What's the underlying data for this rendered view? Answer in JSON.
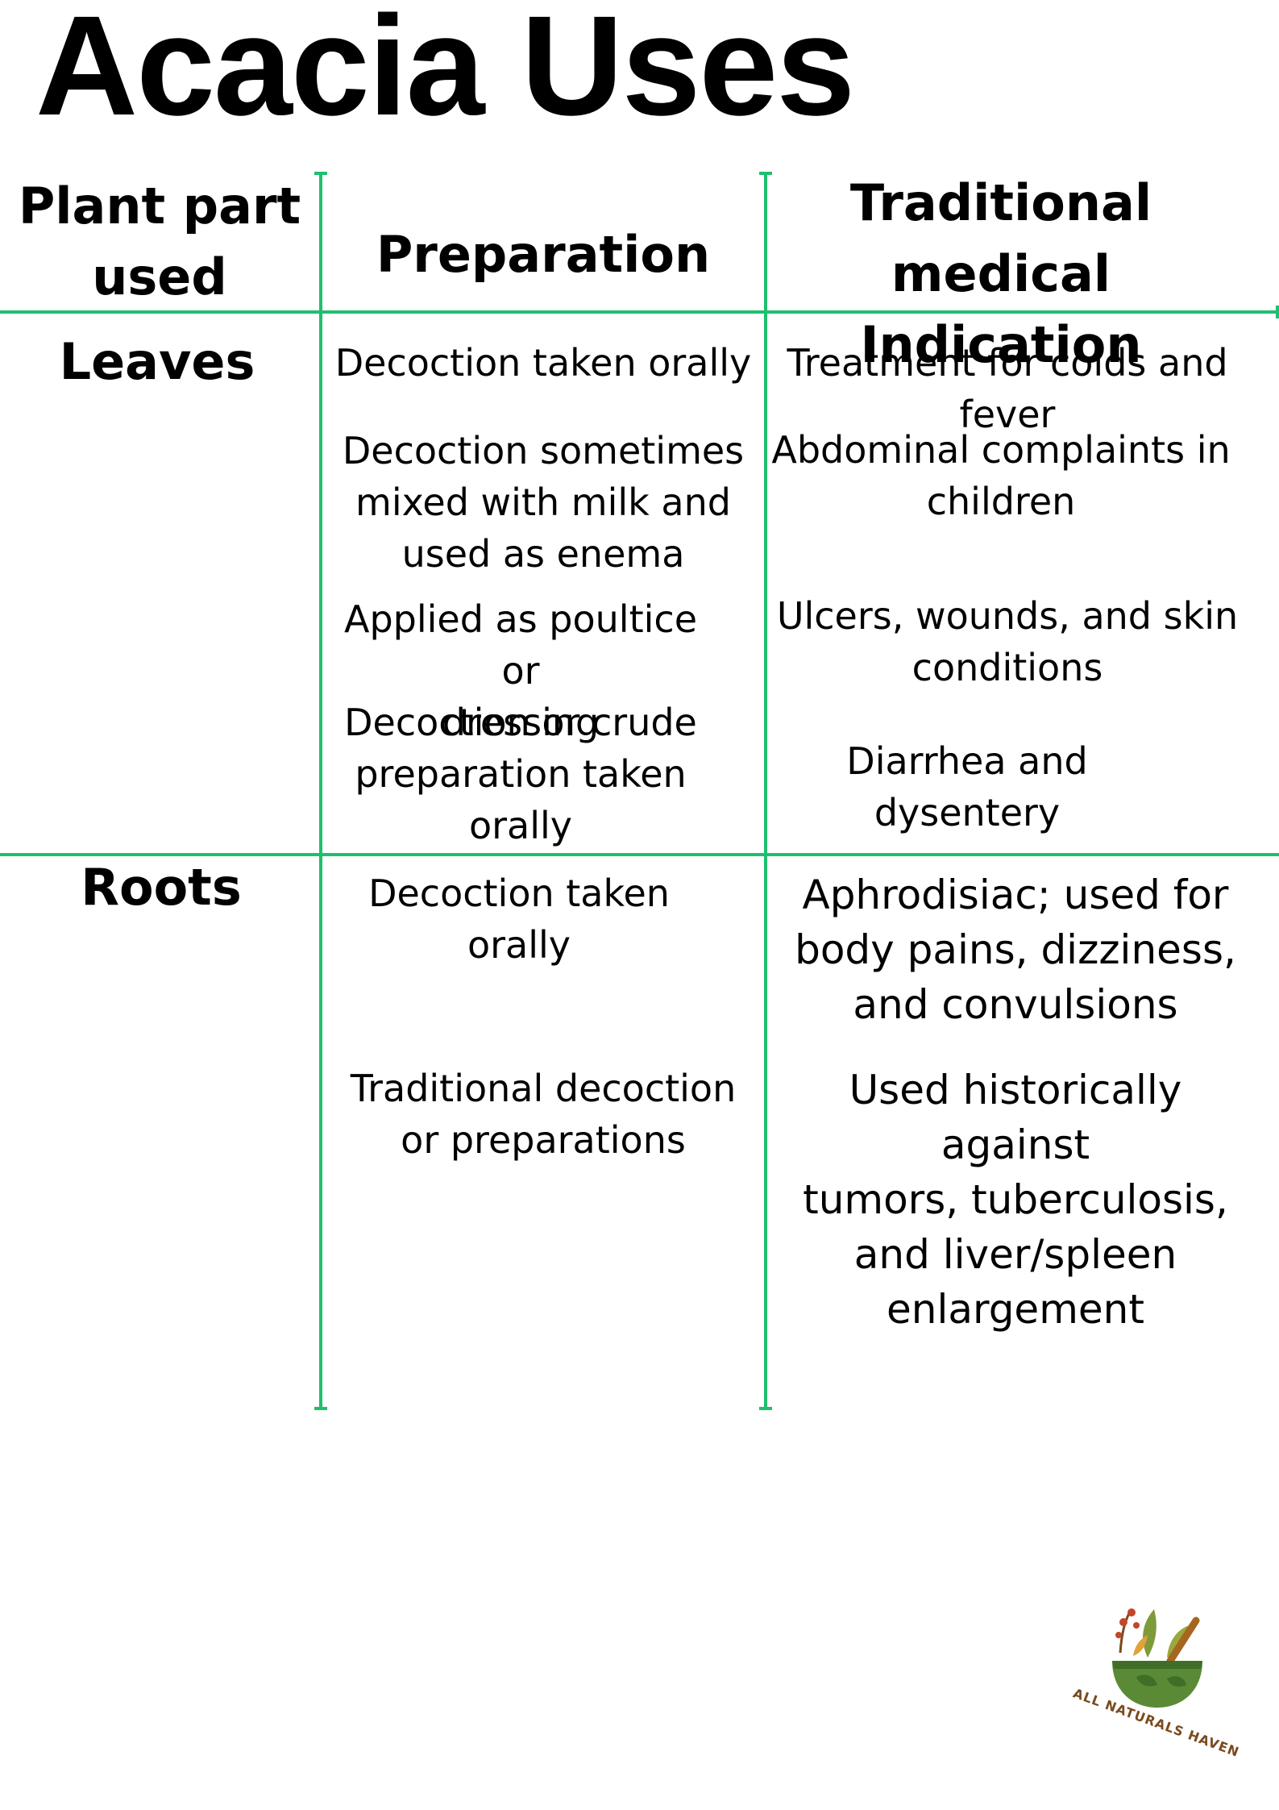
{
  "title": "Acacia Uses",
  "headers": {
    "part": "Plant part\nused",
    "preparation": "Preparation",
    "indication": "Traditional medical\nIndication"
  },
  "rows": [
    {
      "part": "Leaves",
      "entries": [
        {
          "preparation": "Decoction taken orally",
          "indication": "Treatment for colds and\nfever"
        },
        {
          "preparation": "Decoction sometimes\nmixed with milk and\nused as enema",
          "indication": "Abdominal complaints in\nchildren"
        },
        {
          "preparation": "Applied as poultice or\ndressing",
          "indication": "Ulcers, wounds, and skin\nconditions"
        },
        {
          "preparation": "Decoction or crude\npreparation taken\norally",
          "indication": "Diarrhea and\ndysentery"
        }
      ]
    },
    {
      "part": "Roots",
      "entries": [
        {
          "preparation": "Decoction taken\norally",
          "indication": "Aphrodisiac; used for\nbody pains, dizziness,\nand convulsions"
        },
        {
          "preparation": "Traditional decoction\nor preparations",
          "indication": "Used historically against\ntumors, tuberculosis,\nand liver/spleen\nenlargement"
        }
      ]
    }
  ],
  "logo": {
    "text": "ALL NATURALS HAVEN",
    "icon": "herb-mortar-bowl-icon"
  },
  "colors": {
    "grid": "#1fbf6e",
    "text": "#000000"
  }
}
